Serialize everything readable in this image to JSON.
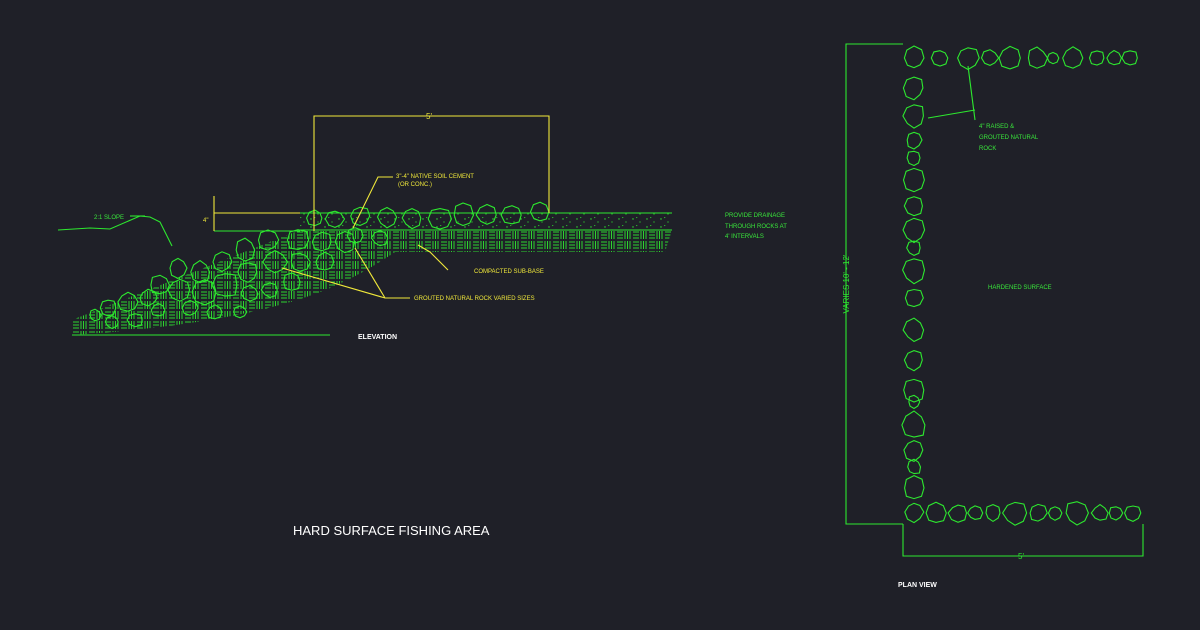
{
  "elevation": {
    "label": "ELEVATION",
    "slope_label": "2:1 SLOPE",
    "thickness_label": "4\"",
    "width_label": "5'",
    "soil_cement_label_1": "3\"-4\" NATIVE SOIL CEMENT",
    "soil_cement_label_2": "(OR CONC.)",
    "subbase_label": "COMPACTED SUB-BASE",
    "rock_label": "GROUTED NATURAL ROCK VARIED SIZES",
    "drainage_label_1": "PROVIDE DRAINAGE",
    "drainage_label_2": "THROUGH ROCKS AT",
    "drainage_label_3": "4' INTERVALS"
  },
  "plan": {
    "label": "PLAN VIEW",
    "rock_label_1": "4\" RAISED &",
    "rock_label_2": "GROUTED NATURAL",
    "rock_label_3": "ROCK",
    "surface_label": "HARDENED SURFACE",
    "length_label": "VARIES 10' - 12'",
    "width_label": "5'"
  },
  "title": "HARD SURFACE FISHING AREA",
  "colors": {
    "background": "#1f2028",
    "linework": "#2de82f",
    "dimension": "#f0e83a",
    "text": "#ffffff"
  }
}
